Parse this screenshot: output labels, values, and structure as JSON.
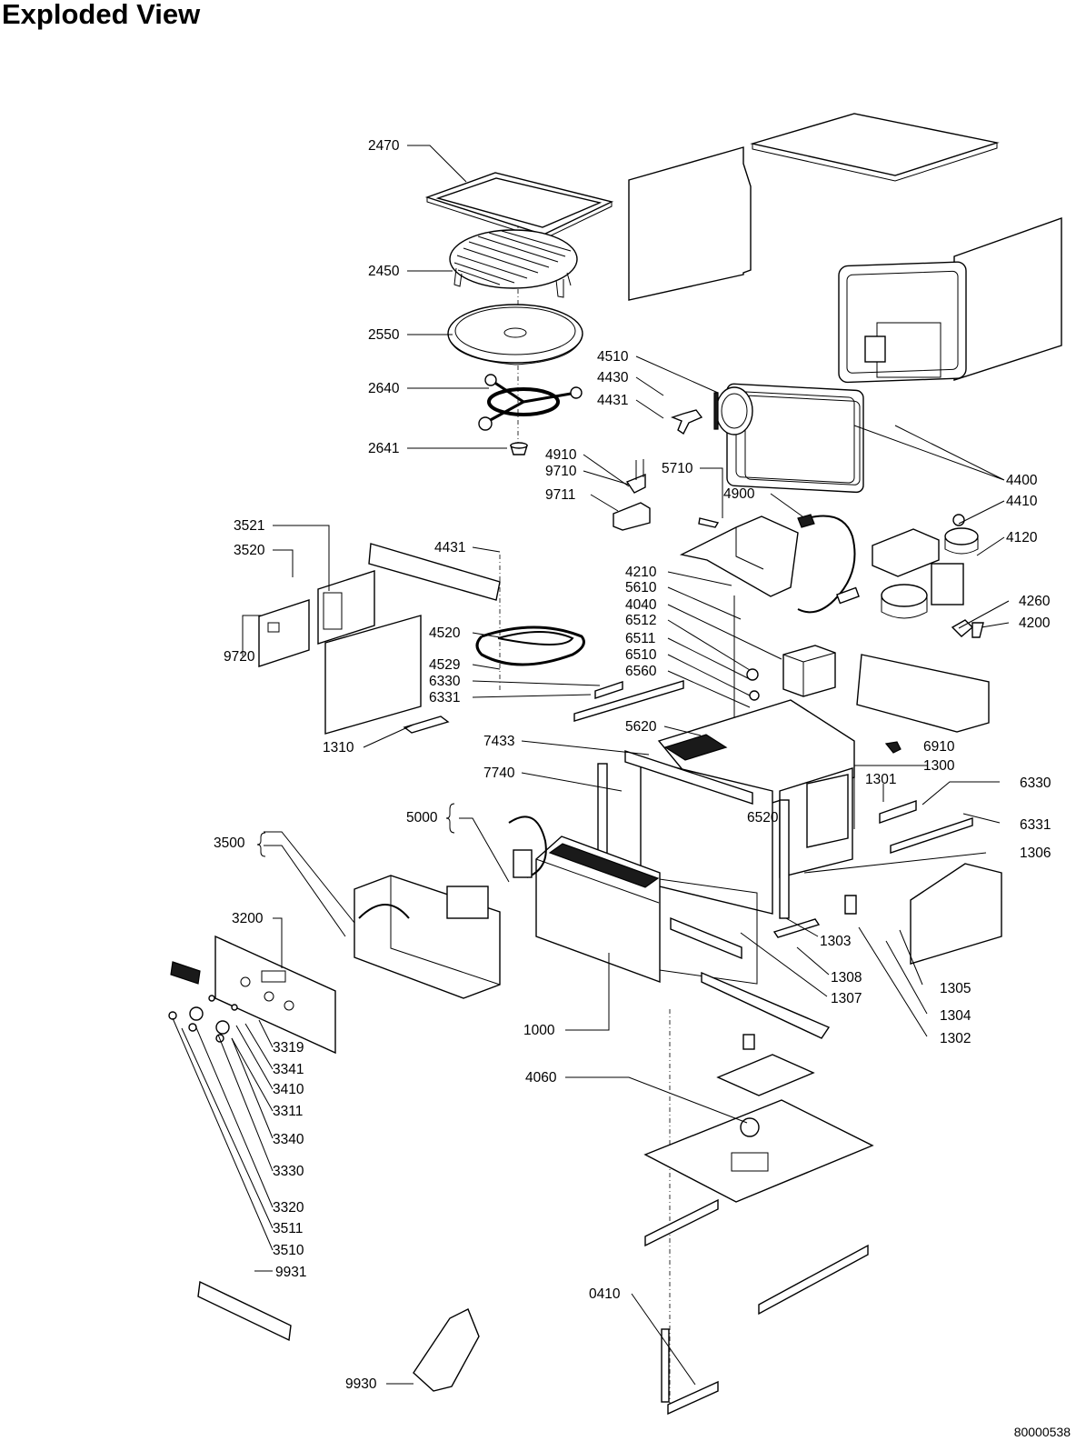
{
  "title": "Exploded View",
  "document_number": "80000538",
  "parts": [
    {
      "id": "2470",
      "label": "2470"
    },
    {
      "id": "2450",
      "label": "2450"
    },
    {
      "id": "2550",
      "label": "2550"
    },
    {
      "id": "2640",
      "label": "2640"
    },
    {
      "id": "2641",
      "label": "2641"
    },
    {
      "id": "4510",
      "label": "4510"
    },
    {
      "id": "4430",
      "label": "4430"
    },
    {
      "id": "4431a",
      "label": "4431"
    },
    {
      "id": "4910",
      "label": "4910"
    },
    {
      "id": "9710",
      "label": "9710"
    },
    {
      "id": "9711",
      "label": "9711"
    },
    {
      "id": "5710",
      "label": "5710"
    },
    {
      "id": "4900",
      "label": "4900"
    },
    {
      "id": "4400",
      "label": "4400"
    },
    {
      "id": "4410",
      "label": "4410"
    },
    {
      "id": "4120",
      "label": "4120"
    },
    {
      "id": "3521",
      "label": "3521"
    },
    {
      "id": "3520",
      "label": "3520"
    },
    {
      "id": "4431b",
      "label": "4431"
    },
    {
      "id": "4210",
      "label": "4210"
    },
    {
      "id": "5610",
      "label": "5610"
    },
    {
      "id": "4040",
      "label": "4040"
    },
    {
      "id": "6512",
      "label": "6512"
    },
    {
      "id": "6511",
      "label": "6511"
    },
    {
      "id": "6510",
      "label": "6510"
    },
    {
      "id": "6560",
      "label": "6560"
    },
    {
      "id": "4260",
      "label": "4260"
    },
    {
      "id": "4200",
      "label": "4200"
    },
    {
      "id": "9720",
      "label": "9720"
    },
    {
      "id": "4520",
      "label": "4520"
    },
    {
      "id": "4529",
      "label": "4529"
    },
    {
      "id": "6330a",
      "label": "6330"
    },
    {
      "id": "6331a",
      "label": "6331"
    },
    {
      "id": "5620",
      "label": "5620"
    },
    {
      "id": "1310",
      "label": "1310"
    },
    {
      "id": "7433",
      "label": "7433"
    },
    {
      "id": "6910",
      "label": "6910"
    },
    {
      "id": "1300",
      "label": "1300"
    },
    {
      "id": "1301",
      "label": "1301"
    },
    {
      "id": "6330b",
      "label": "6330"
    },
    {
      "id": "7740",
      "label": "7740"
    },
    {
      "id": "6520",
      "label": "6520"
    },
    {
      "id": "6331b",
      "label": "6331"
    },
    {
      "id": "5000",
      "label": "5000"
    },
    {
      "id": "3500",
      "label": "3500"
    },
    {
      "id": "1306",
      "label": "1306"
    },
    {
      "id": "3200",
      "label": "3200"
    },
    {
      "id": "1303",
      "label": "1303"
    },
    {
      "id": "1308",
      "label": "1308"
    },
    {
      "id": "1305",
      "label": "1305"
    },
    {
      "id": "1307",
      "label": "1307"
    },
    {
      "id": "1304",
      "label": "1304"
    },
    {
      "id": "1000",
      "label": "1000"
    },
    {
      "id": "1302",
      "label": "1302"
    },
    {
      "id": "3319",
      "label": "3319"
    },
    {
      "id": "3341",
      "label": "3341"
    },
    {
      "id": "3410",
      "label": "3410"
    },
    {
      "id": "3311",
      "label": "3311"
    },
    {
      "id": "4060",
      "label": "4060"
    },
    {
      "id": "3340",
      "label": "3340"
    },
    {
      "id": "3330",
      "label": "3330"
    },
    {
      "id": "3320",
      "label": "3320"
    },
    {
      "id": "3511",
      "label": "3511"
    },
    {
      "id": "3510",
      "label": "3510"
    },
    {
      "id": "9931",
      "label": "9931"
    },
    {
      "id": "0410",
      "label": "0410"
    },
    {
      "id": "9930",
      "label": "9930"
    }
  ]
}
